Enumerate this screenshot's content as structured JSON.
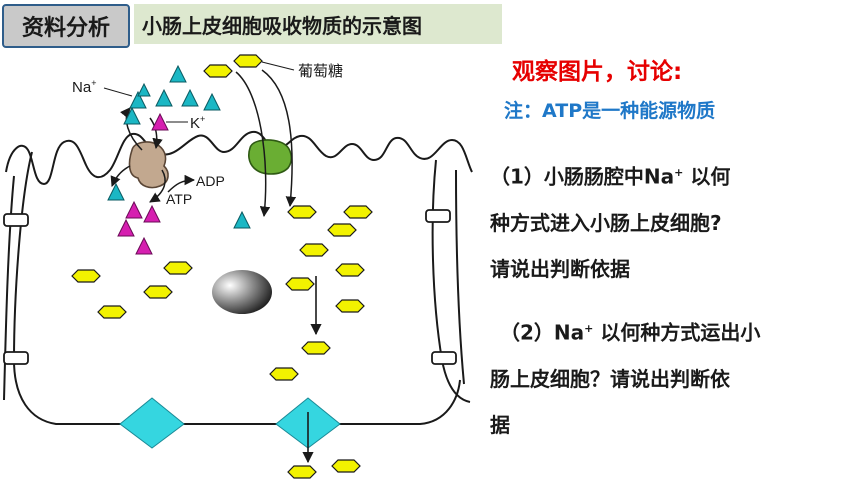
{
  "header": {
    "tag": "资料分析",
    "title": "小肠上皮细胞吸收物质的示意图"
  },
  "diagram": {
    "labels": {
      "na": "Na",
      "na_charge": "+",
      "k": "K",
      "k_charge": "+",
      "glucose": "葡萄糖",
      "adp": "ADP",
      "atp": "ATP"
    },
    "colors": {
      "na_ion": "#1bb7c4",
      "k_ion": "#d61fb0",
      "glucose": "#f2f200",
      "na_k_pump": "#c2a88f",
      "glucose_carrier": "#6aae33",
      "basal_carrier": "#35d6e0"
    }
  },
  "right_panel": {
    "observe": "观察图片，讨论:",
    "note": "注：ATP是一种能源物质",
    "q1_line1": "（1）小肠肠腔中Na",
    "q1_sup": "+",
    "q1_line1_tail": " 以何",
    "q1_line2": "种方式进入小肠上皮细胞?",
    "q1_line3": "请说出判断依据",
    "q2_line1": "（2）Na",
    "q2_sup": "+",
    "q2_line1_tail": " 以何种方式运出小",
    "q2_line2": "肠上皮细胞？请说出判断依",
    "q2_line3": "据"
  }
}
